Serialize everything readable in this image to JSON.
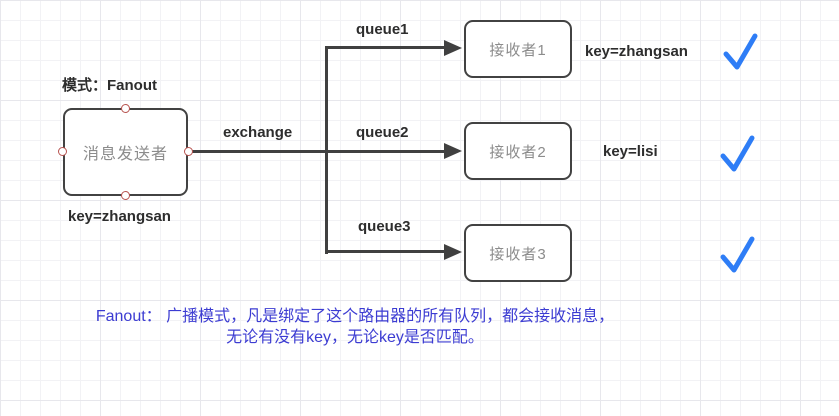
{
  "colors": {
    "edge": "#404040",
    "box_border": "#424242",
    "box_text": "#8c8c8c",
    "label_text": "#2d2d2d",
    "handle_stroke": "#b85450",
    "check_blue": "#2e7df6",
    "note_text": "#3c3cd2",
    "grid_line": "#f2f2f5"
  },
  "diagram": {
    "mode_label": "模式：Fanout",
    "sender": {
      "label": "消息发送者",
      "key_label": "key=zhangsan"
    },
    "exchange_label": "exchange",
    "branches": [
      {
        "queue_label": "queue1",
        "receiver_label": "接收者1",
        "key_label": "key=zhangsan"
      },
      {
        "queue_label": "queue2",
        "receiver_label": "接收者2",
        "key_label": "key=lisi"
      },
      {
        "queue_label": "queue3",
        "receiver_label": "接收者3",
        "key_label": ""
      }
    ],
    "note": {
      "line1": "Fanout： 广播模式，凡是绑定了这个路由器的所有队列，都会接收消息，",
      "line2": "无论有没有key，无论key是否匹配。"
    }
  }
}
